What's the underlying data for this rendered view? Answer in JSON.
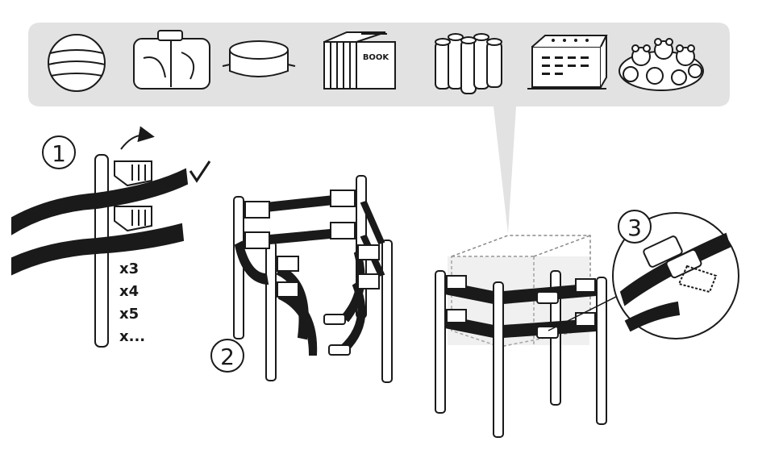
{
  "colors": {
    "ink": "#1a1a1a",
    "banner": "#e2e2e2",
    "white": "#ffffff",
    "translucent": "#d4d4d4"
  },
  "banner": {
    "items": [
      {
        "name": "ball-icon"
      },
      {
        "name": "jerrycan-icon"
      },
      {
        "name": "pot-icon"
      },
      {
        "name": "books-icon",
        "label": "BOOK"
      },
      {
        "name": "rolls-icon"
      },
      {
        "name": "crate-icon"
      },
      {
        "name": "soft-toys-icon"
      }
    ]
  },
  "steps": [
    {
      "number": "1"
    },
    {
      "number": "2"
    },
    {
      "number": "3"
    }
  ],
  "multipliers": [
    "x3",
    "x4",
    "x5",
    "x..."
  ]
}
